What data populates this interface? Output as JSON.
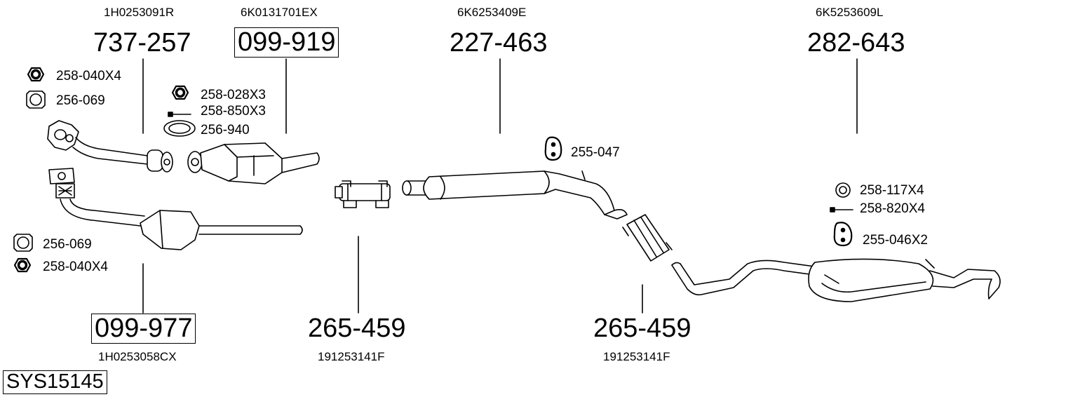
{
  "system_code": "SYS15145",
  "parts": [
    {
      "part": "737-257",
      "oem": "1H0253091R",
      "boxed": false
    },
    {
      "part": "099-919",
      "oem": "6K0131701EX",
      "boxed": true
    },
    {
      "part": "227-463",
      "oem": "6K6253409E",
      "boxed": false
    },
    {
      "part": "282-643",
      "oem": "6K5253609L",
      "boxed": false
    },
    {
      "part": "099-977",
      "oem": "1H0253058CX",
      "boxed": true
    },
    {
      "part": "265-459",
      "oem": "191253141F",
      "boxed": false
    },
    {
      "part": "265-459",
      "oem": "191253141F",
      "boxed": false
    }
  ],
  "fittings": [
    {
      "code": "258-040X4",
      "icon": "hex-nut-icon"
    },
    {
      "code": "256-069",
      "icon": "flange-gasket-icon"
    },
    {
      "code": "258-028X3",
      "icon": "hex-nut-icon"
    },
    {
      "code": "258-850X3",
      "icon": "bolt-icon"
    },
    {
      "code": "256-940",
      "icon": "ring-gasket-icon"
    },
    {
      "code": "255-047",
      "icon": "rubber-hanger-icon"
    },
    {
      "code": "256-069",
      "icon": "flange-gasket-icon"
    },
    {
      "code": "258-040X4",
      "icon": "hex-nut-icon"
    },
    {
      "code": "258-117X4",
      "icon": "washer-icon"
    },
    {
      "code": "258-820X4",
      "icon": "bolt-icon"
    },
    {
      "code": "255-046X2",
      "icon": "rubber-hanger-icon"
    }
  ]
}
